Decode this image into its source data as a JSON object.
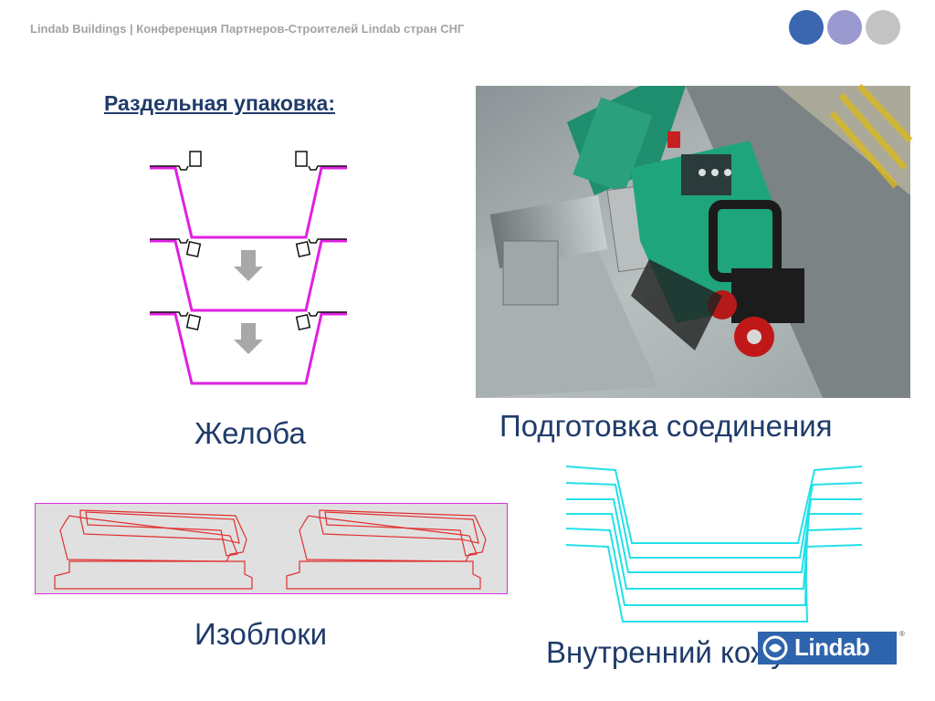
{
  "header": {
    "title": "Lindab Buildings | Конференция Партнеров-Строителей Lindab стран СНГ"
  },
  "slide": {
    "heading": "Раздельная упаковка:",
    "captions": {
      "gutters": "Желоба",
      "joint": "Подготовка соединения",
      "blocks": "Изоблоки",
      "liner": "Внутренний кожух"
    }
  },
  "logo": {
    "text": "Lindab",
    "reg": "®"
  },
  "colors": {
    "nav_dot_1": "#3b67b0",
    "nav_dot_2": "#9a9ad0",
    "nav_dot_3": "#c3c3c3",
    "heading": "#1f3b6a",
    "gutter_line": "#e020e0",
    "block_outline": "#e03030",
    "liner_line": "#22e0e8",
    "logo_bg": "#2e64ad"
  },
  "icons": {
    "nav_dots": "circle",
    "arrows": "arrow-down",
    "logo_mark": "lindab-swirl"
  }
}
